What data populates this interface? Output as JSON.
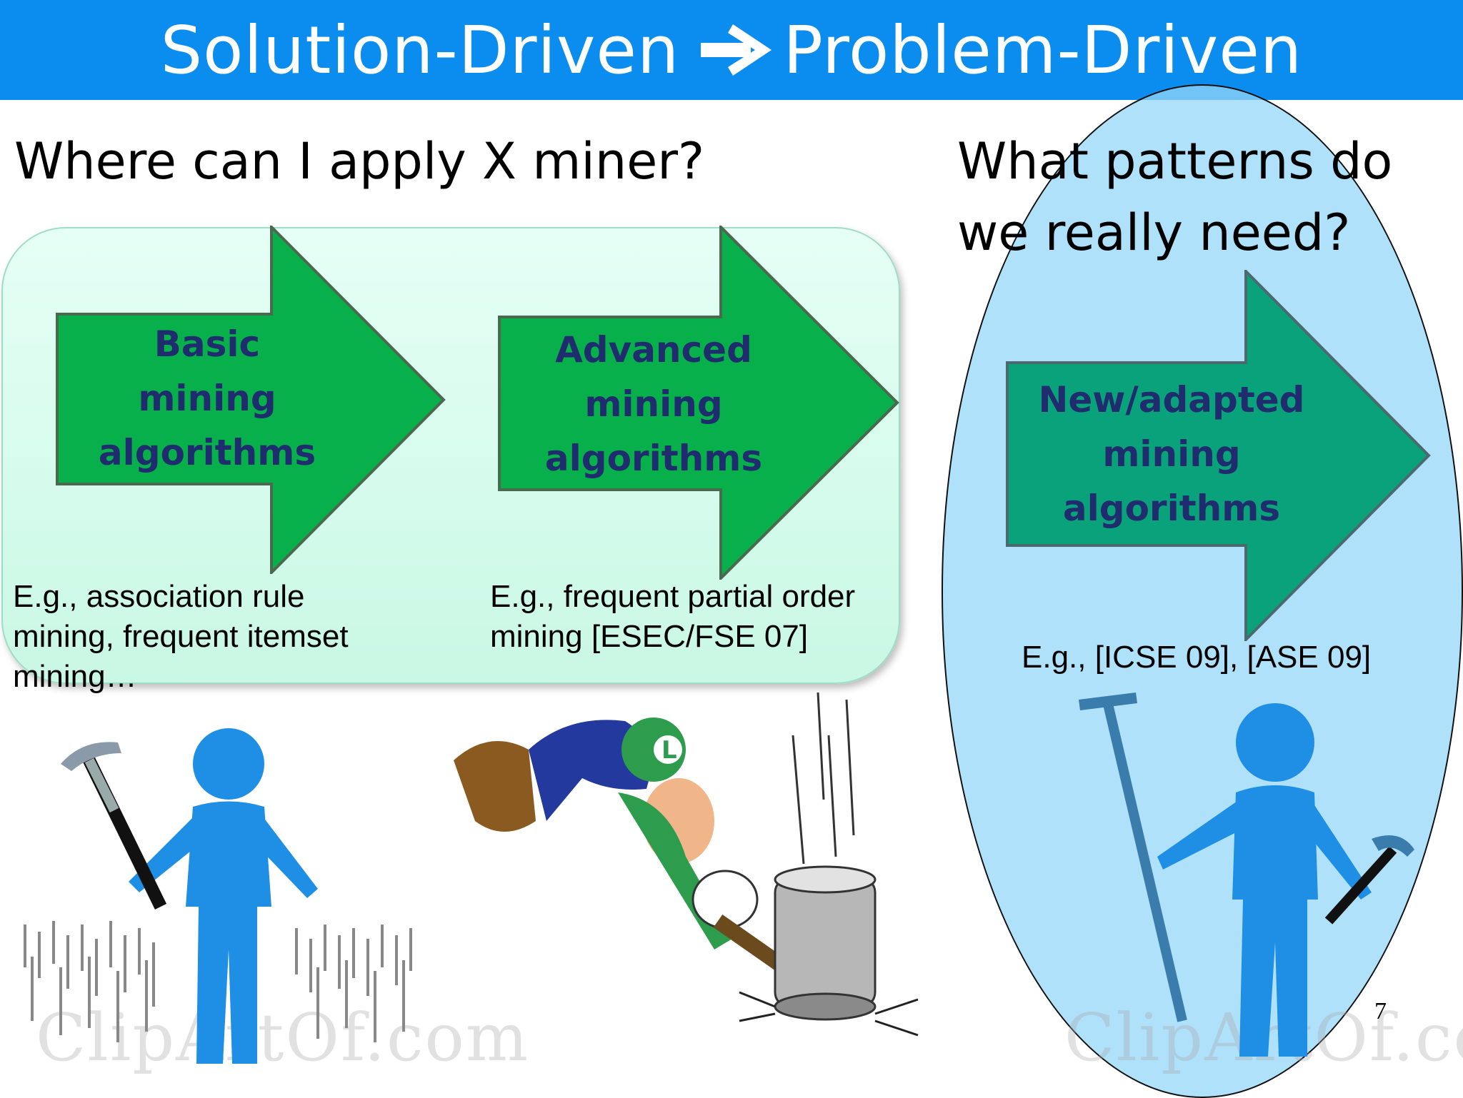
{
  "slide": {
    "title_left": "Solution-Driven",
    "title_right": "Problem-Driven",
    "question_left": "Where can I apply X miner?",
    "question_right": "What patterns do\nwe really need?",
    "arrows": [
      {
        "label": "Basic\nmining\nalgorithms",
        "example": "E.g., association rule\nmining, frequent itemset\nmining…"
      },
      {
        "label": "Advanced\nmining\nalgorithms",
        "example": "E.g., frequent partial order\nmining [ESEC/FSE 07]"
      },
      {
        "label": "New/adapted\nmining\nalgorithms",
        "example": "E.g., [ICSE 09], [ASE 09]"
      }
    ],
    "page_number": "7",
    "watermark": "ClipArtOf.com",
    "cap_letter": "L"
  },
  "colors": {
    "title_bar": "#0b8df0",
    "arrow_green": "#07b04a",
    "arrow_teal": "#0aa27a",
    "label_navy": "#1f2d6e",
    "ellipse_fill": "#96d7fa",
    "figure_blue": "#1f8fe5"
  },
  "icons": [
    "right-arrow-icon",
    "hammer-icon",
    "nail-icon"
  ]
}
